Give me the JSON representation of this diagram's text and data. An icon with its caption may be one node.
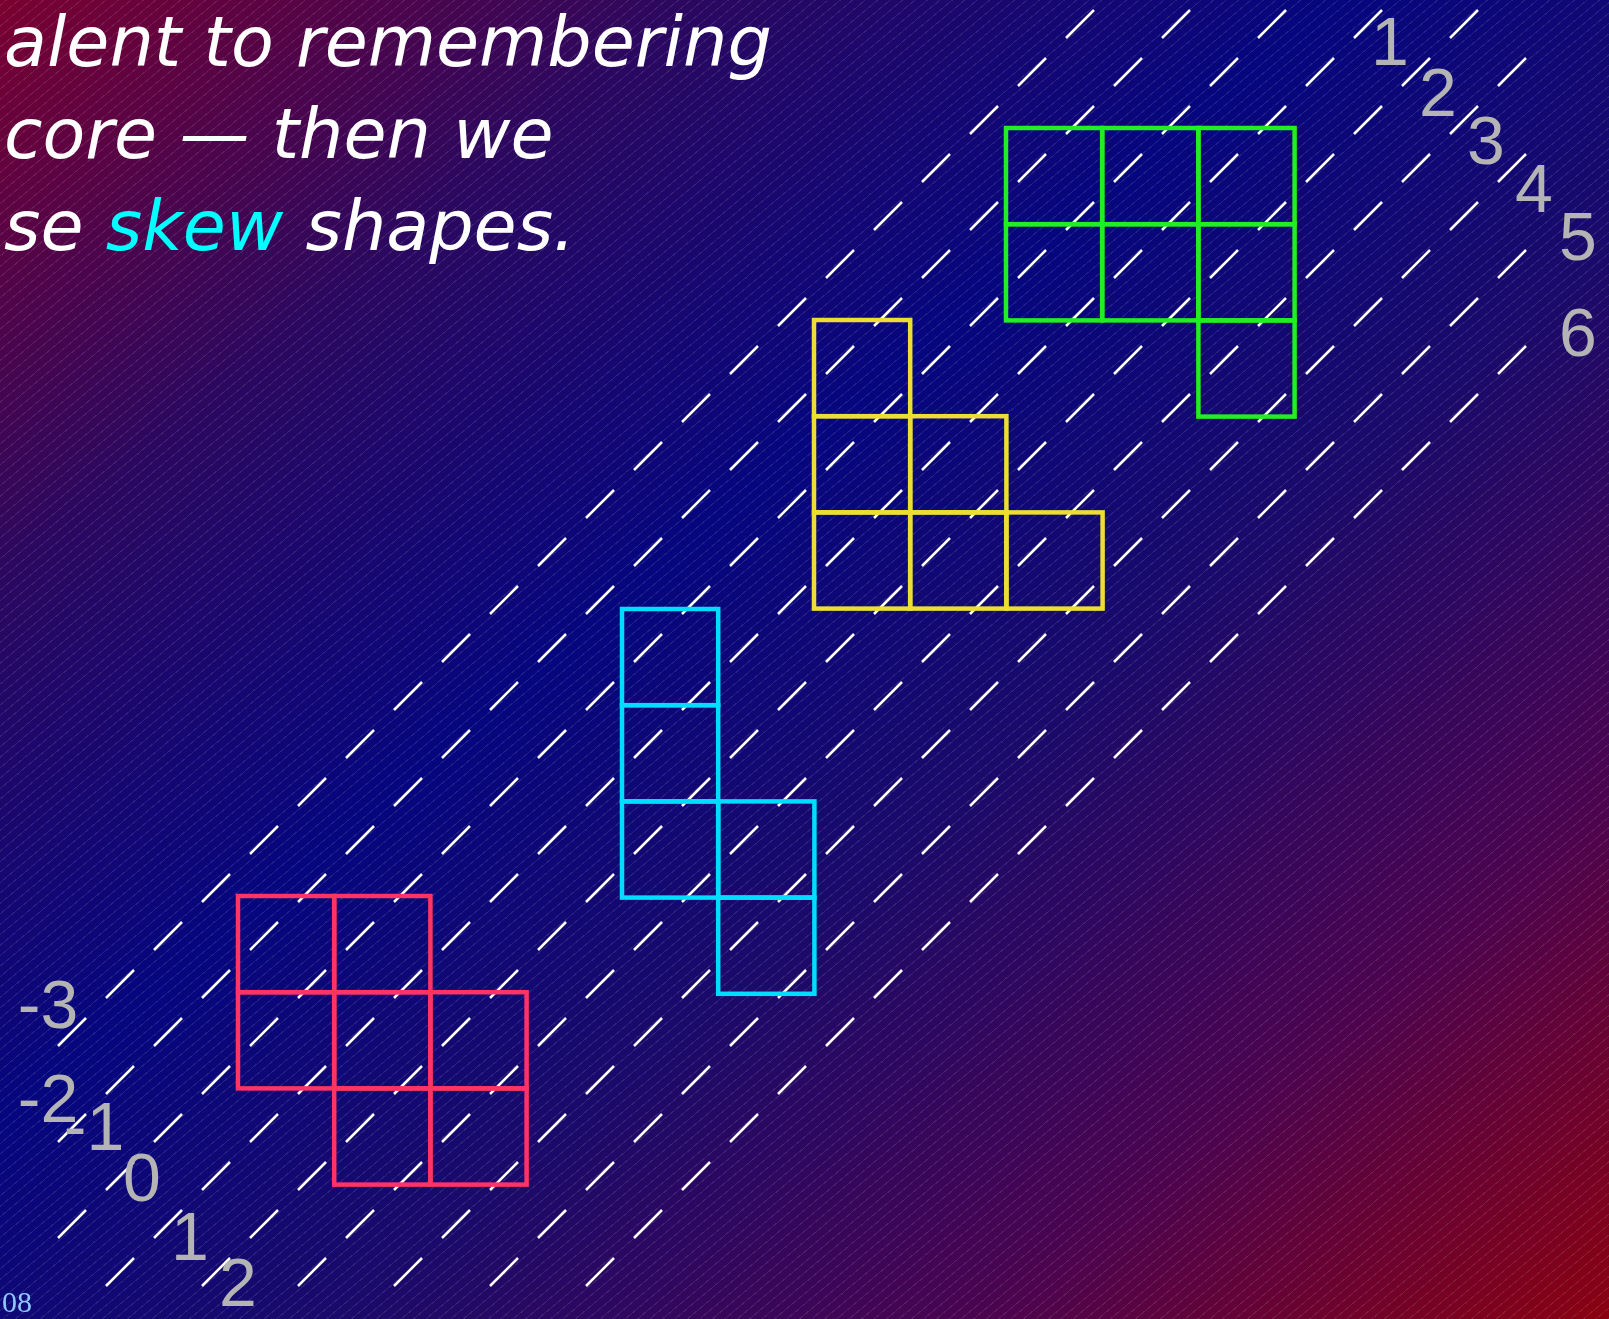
{
  "diagram": {
    "labels": [
      "alent to remembering",
      "core — then we",
      "se",
      "skew",
      "shapes.",
      "1",
      "2",
      "3",
      "4",
      "5",
      "6",
      "-3",
      "-2",
      "-1",
      "0",
      "1",
      "2",
      "08"
    ]
  }
}
